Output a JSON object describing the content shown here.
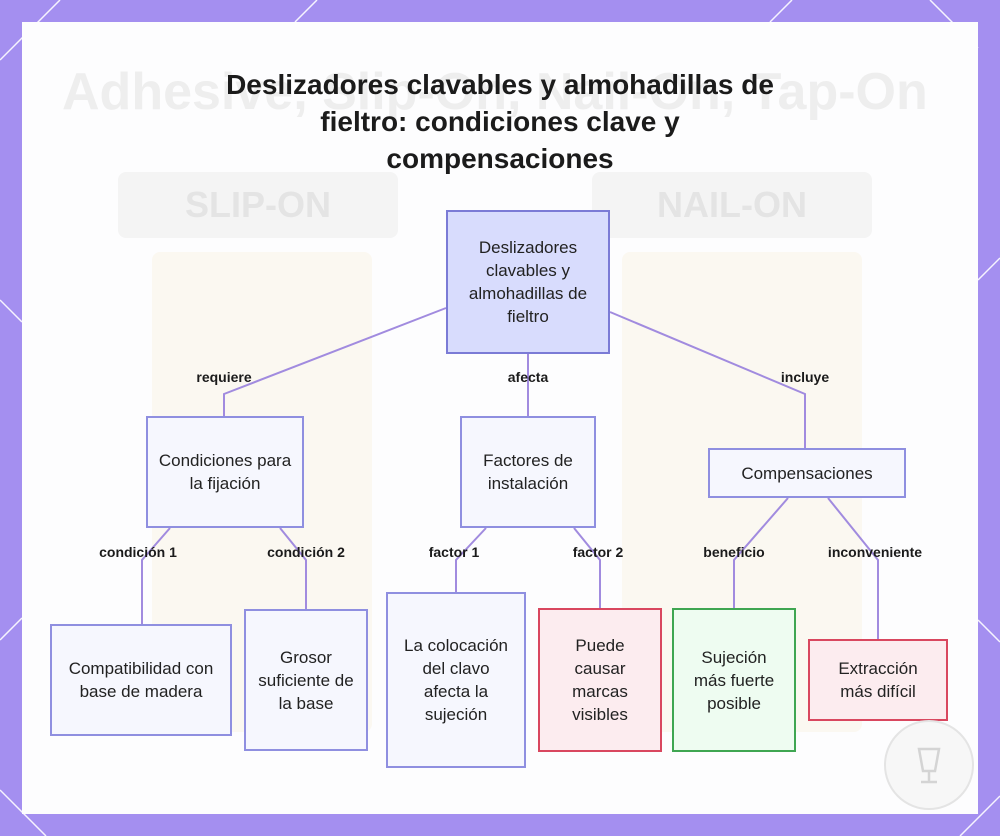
{
  "title": "Deslizadores clavables y almohadillas de fieltro: condiciones clave y compensaciones",
  "background_watermark": {
    "headline": "Adhesive, Slip-On, Nail-On, Tap-On",
    "label_left": "SLIP-ON",
    "label_right": "NAIL-ON"
  },
  "colors": {
    "frame": "#a48ff0",
    "link": "#a18bdf",
    "root_fill": "#d8dcfd",
    "node_fill": "#f6f7fe",
    "node_border": "#8f8fe0",
    "negative_border": "#d9475f",
    "positive_border": "#3fa652"
  },
  "nodes": {
    "root": "Deslizadores clavables y almohadillas de fieltro",
    "conditions": "Condiciones para la fijación",
    "factors": "Factores de instalación",
    "tradeoffs": "Compensaciones",
    "compat": "Compatibilidad con base de madera",
    "thickness": "Grosor suficiente de la base",
    "placement": "La colocación del clavo afecta la sujeción",
    "marks": "Puede causar marcas visibles",
    "grip": "Sujeción más fuerte posible",
    "removal": "Extracción más difícil"
  },
  "edges": {
    "requires": "requiere",
    "affects": "afecta",
    "includes": "incluye",
    "condition1": "condición 1",
    "condition2": "condición 2",
    "factor1": "factor 1",
    "factor2": "factor 2",
    "benefit": "beneficio",
    "drawback": "inconveniente"
  },
  "stamp_icon": "glass-logo-icon"
}
